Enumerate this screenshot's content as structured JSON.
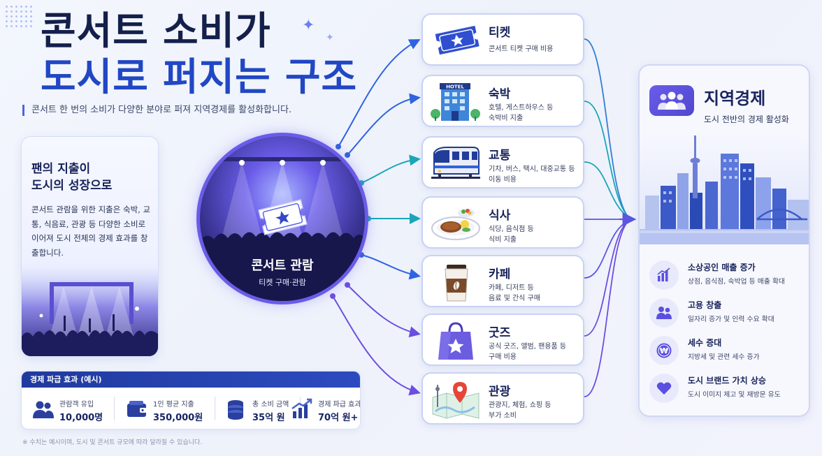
{
  "title": {
    "line1": "콘서트 소비가",
    "line2": "도시로 퍼지는 구조",
    "subtitle": "콘서트 한 번의 소비가 다양한 분야로 퍼져 지역경제를 활성화합니다."
  },
  "fan_card": {
    "heading_line1": "팬의 지출이",
    "heading_line2": "도시의 성장으로",
    "body": "콘서트 관람을 위한 지출은 숙박, 교통, 식음료, 관광 등 다양한 소비로 이어져 도시 전체의 경제 효과를 창출합니다."
  },
  "effect": {
    "header": "경제 파급 효과 (예시)",
    "items": [
      {
        "label": "관람객 유입",
        "value": "10,000명",
        "icon": "people-icon"
      },
      {
        "label": "1인 평균 지출",
        "value": "350,000원",
        "icon": "wallet-icon"
      },
      {
        "label": "총 소비 금액",
        "value": "35억 원",
        "icon": "coins-icon"
      },
      {
        "label": "경제 파급 효과",
        "value": "70억 원+",
        "icon": "growth-chart-icon"
      }
    ]
  },
  "footnote": "※ 수치는 예시이며, 도시 및 콘서트 규모에 따라 달라질 수 있습니다.",
  "center": {
    "title": "콘서트 관람",
    "subtitle": "티켓 구매·관람"
  },
  "categories": [
    {
      "name": "티켓",
      "desc1": "콘서트 티켓 구매 비용",
      "desc2": "",
      "icon": "ticket-icon"
    },
    {
      "name": "숙박",
      "desc1": "호텔, 게스트하우스 등",
      "desc2": "숙박비 지출",
      "icon": "hotel-icon",
      "hotel_sign": "HOTEL"
    },
    {
      "name": "교통",
      "desc1": "기차, 버스, 택시, 대중교통 등",
      "desc2": "이동 비용",
      "icon": "train-icon"
    },
    {
      "name": "식사",
      "desc1": "식당, 음식점 등",
      "desc2": "식비 지출",
      "icon": "food-plate-icon"
    },
    {
      "name": "카페",
      "desc1": "카페, 디저트 등",
      "desc2": "음료 및 간식 구매",
      "icon": "coffee-cup-icon"
    },
    {
      "name": "굿즈",
      "desc1": "공식 굿즈, 앨범, 팬용품 등",
      "desc2": "구매 비용",
      "icon": "shopping-bag-icon"
    },
    {
      "name": "관광",
      "desc1": "관광지, 체험, 쇼핑 등",
      "desc2": "부가 소비",
      "icon": "map-pin-icon"
    }
  ],
  "region": {
    "title": "지역경제",
    "subtitle": "도시 전반의 경제 활성화",
    "benefits": [
      {
        "title": "소상공인 매출 증가",
        "desc": "상점, 음식점, 숙박업 등 매출 확대",
        "icon": "bar-chart-icon"
      },
      {
        "title": "고용 창출",
        "desc": "일자리 증가 및 인력 수요 확대",
        "icon": "people-icon"
      },
      {
        "title": "세수 증대",
        "desc": "지방세 및 관련 세수 증가",
        "icon": "won-coin-icon",
        "symbol": "₩"
      },
      {
        "title": "도시 브랜드 가치 상승",
        "desc": "도시 이미지 제고 및 재방문 유도",
        "icon": "heart-icon"
      }
    ]
  },
  "colors": {
    "primary": "#2147c4",
    "navy": "#14204a",
    "purple": "#5b4fe0",
    "teal": "#1aa6b8",
    "card_border": "#c8d2f3"
  }
}
